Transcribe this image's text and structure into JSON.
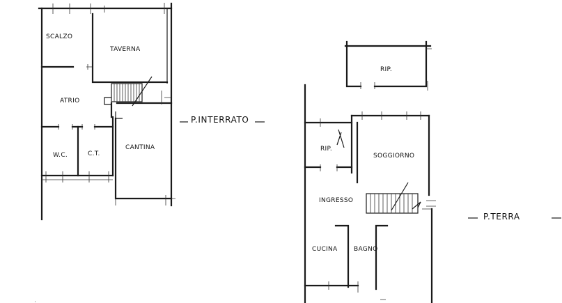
{
  "floors": {
    "basement": "P.INTERRATO",
    "ground": "P.TERRA"
  },
  "rooms": {
    "basement": {
      "stair_top": "SCALZO",
      "tavern": "TAVERNA",
      "atrium": "ATRIO",
      "wc": "W.C.",
      "ct": "C.T.",
      "cellar": "CANTINA"
    },
    "ground": {
      "storage_top": "RIP.",
      "storage_small": "RIP.",
      "living": "SOGGIORNO",
      "entrance": "INGRESSO",
      "kitchen": "CUCINA",
      "bathroom": "BAGNO"
    }
  }
}
